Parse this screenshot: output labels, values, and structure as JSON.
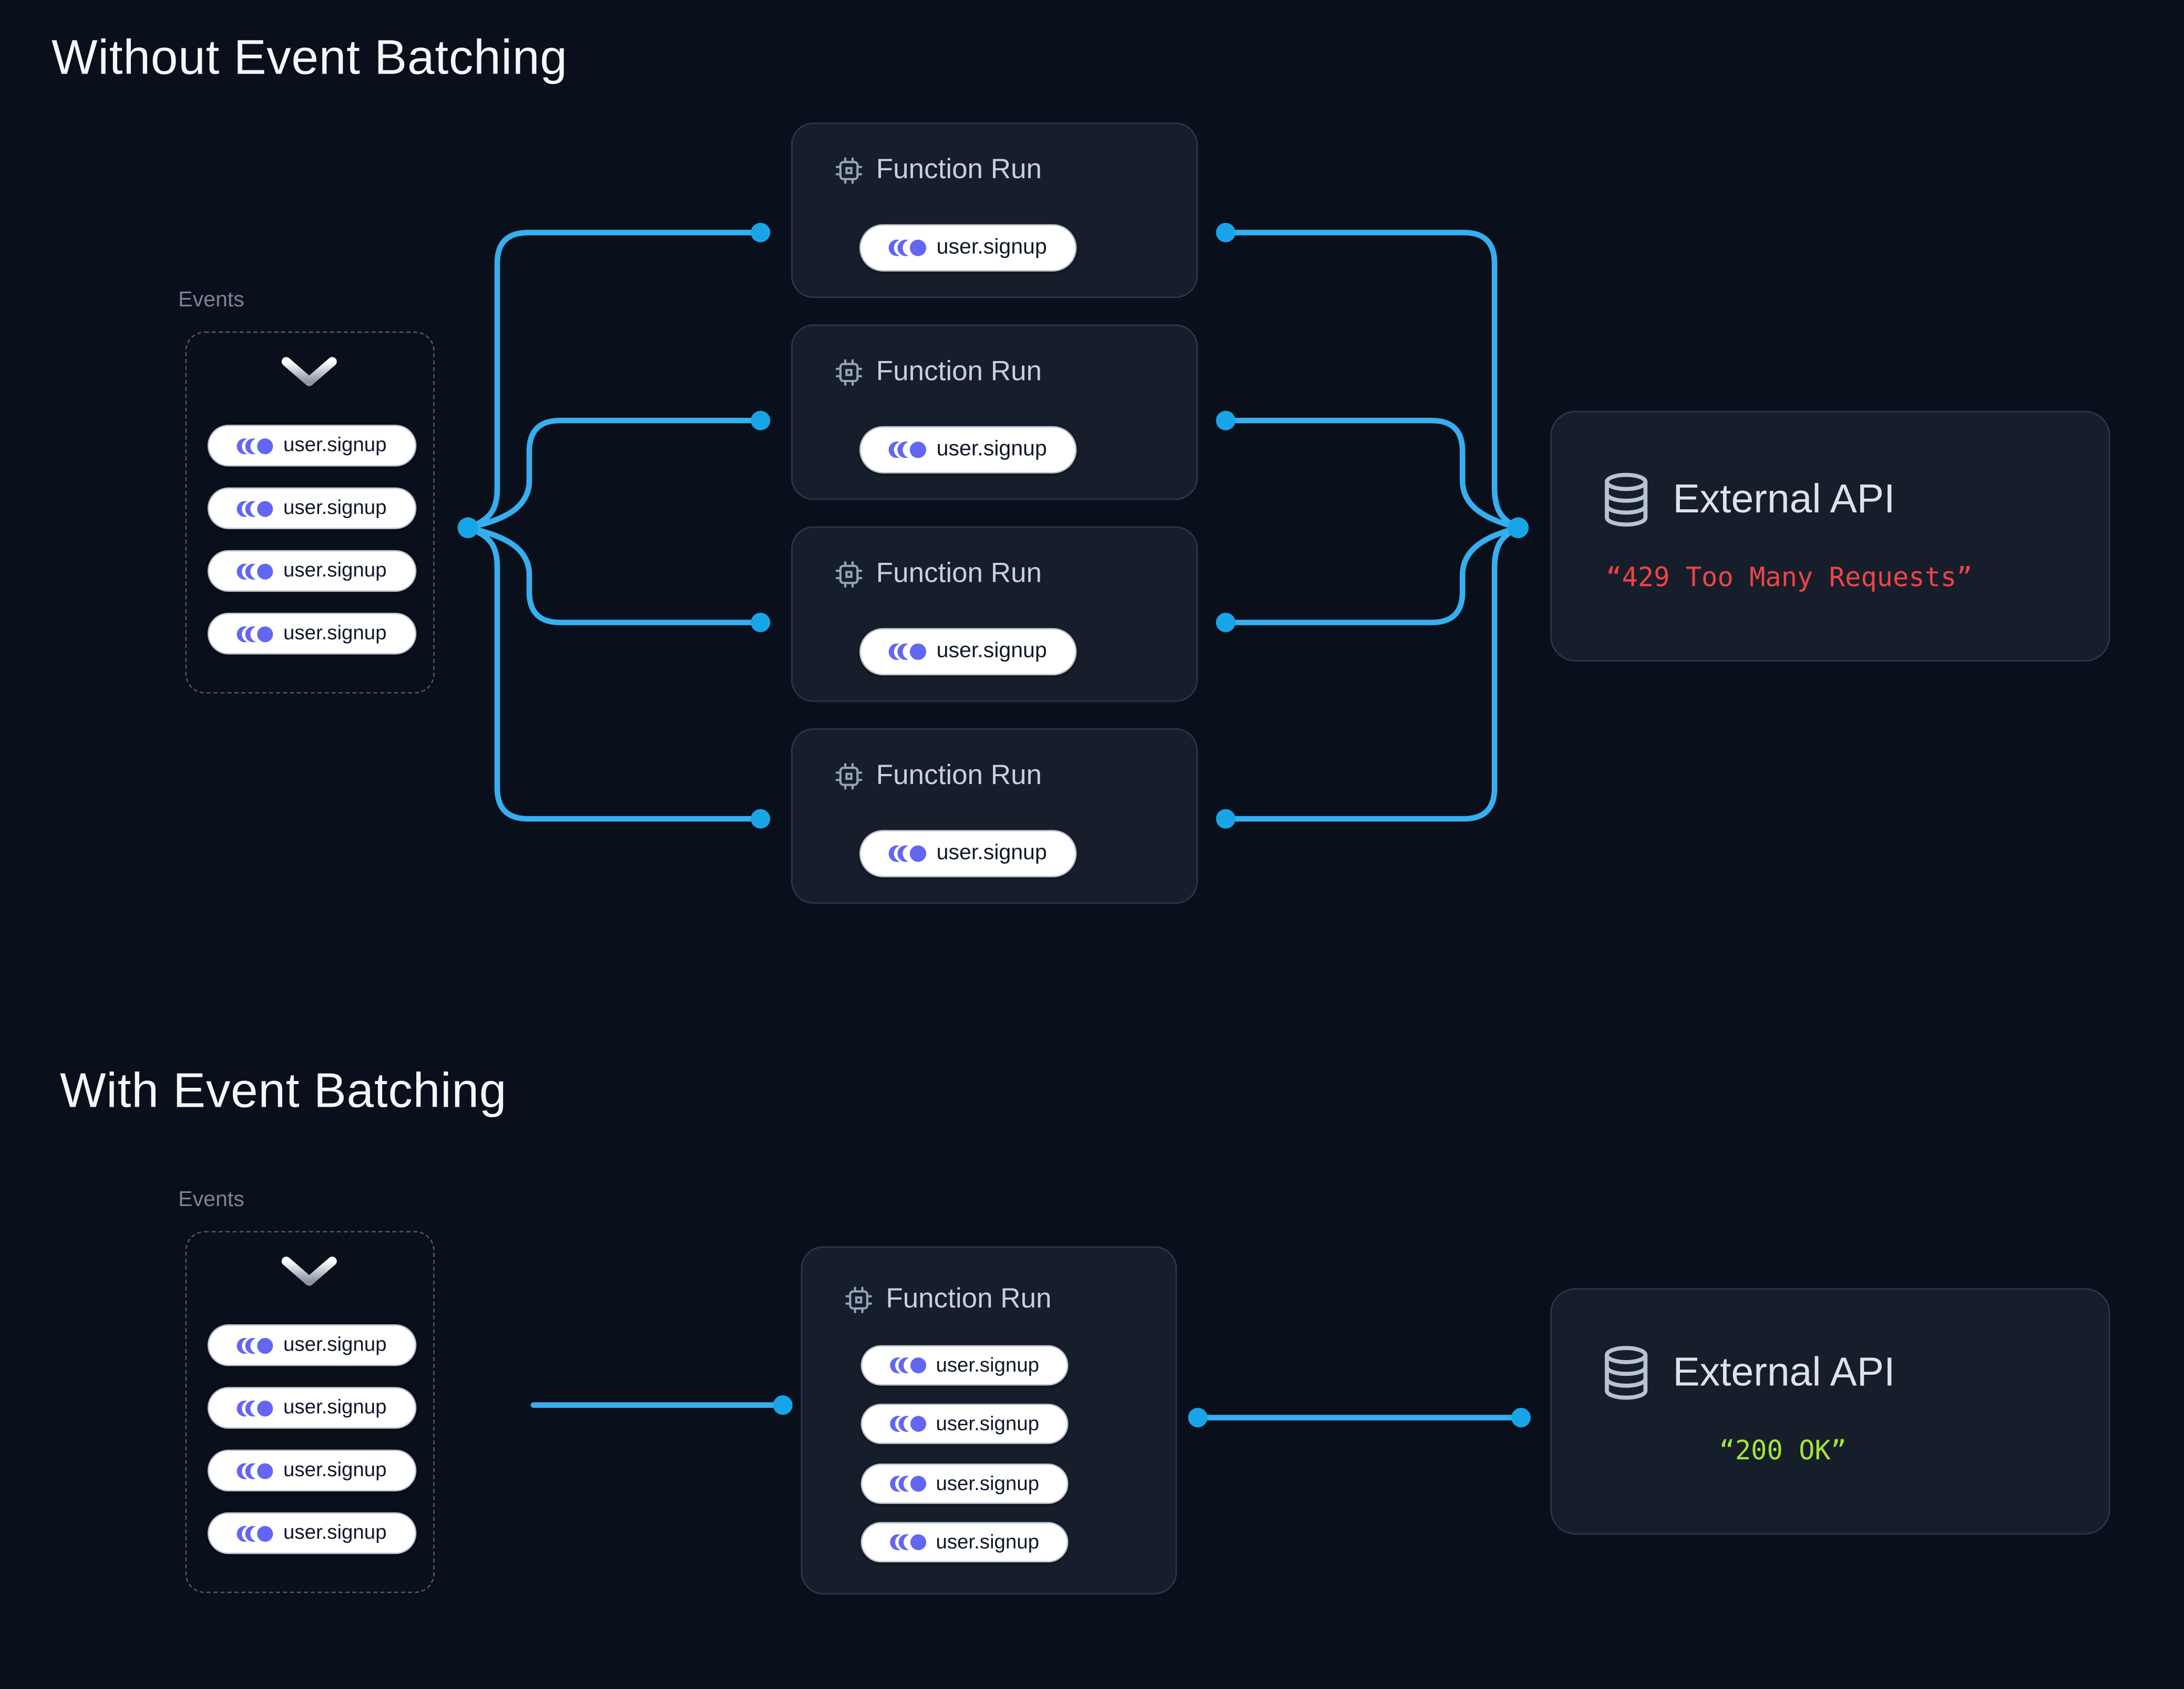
{
  "colors": {
    "background": "#0A0F1C",
    "card_background": "#161E2C",
    "accent_blue_line": "#35AFEF",
    "accent_blue_dot": "#18A5E7",
    "event_icon_indigo": "#6366F1",
    "error_red": "#EF4444",
    "success_green": "#A3E635"
  },
  "top": {
    "title": "Without Event Batching",
    "events": {
      "label": "Events",
      "pills": [
        "user.signup",
        "user.signup",
        "user.signup",
        "user.signup"
      ]
    },
    "runs": [
      {
        "title": "Function Run",
        "pill": "user.signup"
      },
      {
        "title": "Function Run",
        "pill": "user.signup"
      },
      {
        "title": "Function Run",
        "pill": "user.signup"
      },
      {
        "title": "Function Run",
        "pill": "user.signup"
      }
    ],
    "api": {
      "title": "External API",
      "response": "“429 Too Many Requests”"
    }
  },
  "bottom": {
    "title": "With Event Batching",
    "events": {
      "label": "Events",
      "pills": [
        "user.signup",
        "user.signup",
        "user.signup",
        "user.signup"
      ]
    },
    "run": {
      "title": "Function Run",
      "pills": [
        "user.signup",
        "user.signup",
        "user.signup",
        "user.signup"
      ]
    },
    "api": {
      "title": "External API",
      "response": "“200 OK”"
    }
  }
}
